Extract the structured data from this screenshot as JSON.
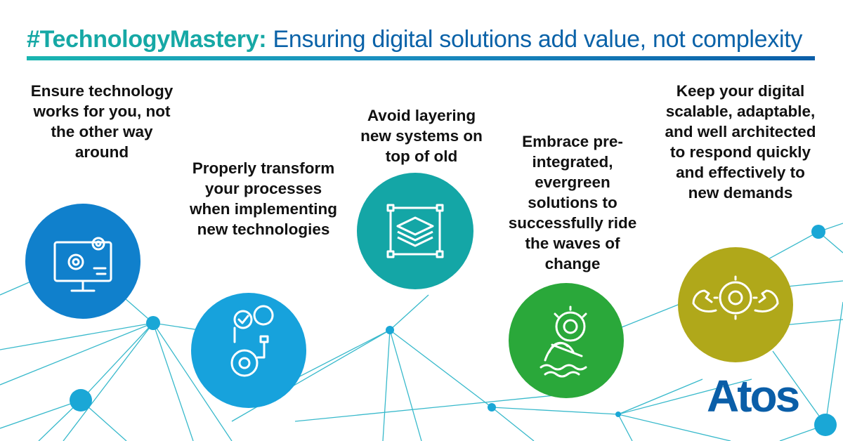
{
  "header": {
    "hashtag": "#TechnologyMastery:",
    "title": "Ensuring digital solutions add value, not complexity"
  },
  "items": [
    {
      "text": "Ensure technology works for you, not the other way around",
      "icon": "monitor-gears-icon",
      "color": "#1080cc"
    },
    {
      "text": "Properly transform your processes when implementing new technologies",
      "icon": "gear-checkmark-lightbulb-icon",
      "color": "#17a2dc"
    },
    {
      "text": "Avoid layering new systems on top of old",
      "icon": "stacked-layers-icon",
      "color": "#14a6a6"
    },
    {
      "text": "Embrace pre-integrated, evergreen solutions to successfully ride the waves of change",
      "icon": "wave-surfer-gear-icon",
      "color": "#2aa83a"
    },
    {
      "text": "Keep your digital scalable, adaptable, and well architected to respond quickly and effectively to new demands",
      "icon": "flexing-arms-gear-icon",
      "color": "#b0a81a"
    }
  ],
  "logo": {
    "text": "Atos",
    "color": "#0a5ea8"
  },
  "colors": {
    "accent_teal": "#16a8a5",
    "brand_blue": "#0a62a8",
    "network": "#23b2c6"
  }
}
